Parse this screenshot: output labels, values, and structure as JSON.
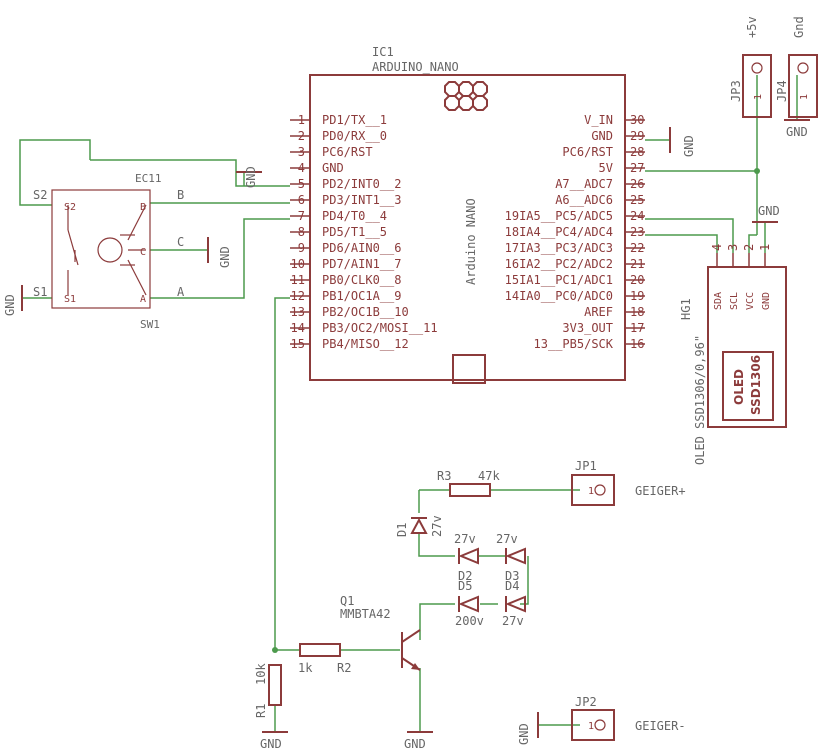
{
  "ic1": {
    "name": "IC1",
    "value": "ARDUINO_NANO",
    "body_text": "Arduino NANO",
    "left_pins": [
      {
        "num": "1",
        "name": "PD1/TX__1"
      },
      {
        "num": "2",
        "name": "PD0/RX__0"
      },
      {
        "num": "3",
        "name": "PC6/RST"
      },
      {
        "num": "4",
        "name": "GND"
      },
      {
        "num": "5",
        "name": "PD2/INT0__2"
      },
      {
        "num": "6",
        "name": "PD3/INT1__3"
      },
      {
        "num": "7",
        "name": "PD4/T0__4"
      },
      {
        "num": "8",
        "name": "PD5/T1__5"
      },
      {
        "num": "9",
        "name": "PD6/AIN0__6"
      },
      {
        "num": "10",
        "name": "PD7/AIN1__7"
      },
      {
        "num": "11",
        "name": "PB0/CLK0__8"
      },
      {
        "num": "12",
        "name": "PB1/OC1A__9"
      },
      {
        "num": "13",
        "name": "PB2/OC1B__10"
      },
      {
        "num": "14",
        "name": "PB3/OC2/MOSI__11"
      },
      {
        "num": "15",
        "name": "PB4/MISO__12"
      }
    ],
    "right_pins": [
      {
        "num": "30",
        "name": "V_IN"
      },
      {
        "num": "29",
        "name": "GND"
      },
      {
        "num": "28",
        "name": "PC6/RST"
      },
      {
        "num": "27",
        "name": "5V"
      },
      {
        "num": "26",
        "name": "A7__ADC7"
      },
      {
        "num": "25",
        "name": "A6__ADC6"
      },
      {
        "num": "24",
        "name": "19IA5__PC5/ADC5"
      },
      {
        "num": "23",
        "name": "18IA4__PC4/ADC4"
      },
      {
        "num": "22",
        "name": "17IA3__PC3/ADC3"
      },
      {
        "num": "21",
        "name": "16IA2__PC2/ADC2"
      },
      {
        "num": "20",
        "name": "15IA1__PC1/ADC1"
      },
      {
        "num": "19",
        "name": "14IA0__PC0/ADC0"
      },
      {
        "num": "18",
        "name": "AREF"
      },
      {
        "num": "17",
        "name": "3V3_OUT"
      },
      {
        "num": "16",
        "name": "13__PB5/SCK"
      }
    ]
  },
  "sw1": {
    "name": "EC11",
    "ref": "SW1",
    "inner_labels": {
      "s2": "S2",
      "b": "B",
      "c": "C",
      "s1": "S1",
      "a": "A"
    },
    "net_labels": {
      "s2": "S2",
      "b": "B",
      "c": "C",
      "s1": "S1",
      "a": "A"
    }
  },
  "hg1": {
    "ref": "HG1",
    "value": "OLED SSD1306/0,96\"",
    "pins": [
      {
        "num": "4",
        "name": "SDA"
      },
      {
        "num": "3",
        "name": "SCL"
      },
      {
        "num": "2",
        "name": "VCC"
      },
      {
        "num": "1",
        "name": "GND"
      }
    ],
    "inner_line1": "OLED",
    "inner_line2": "SSD1306"
  },
  "jp3": {
    "ref": "JP3",
    "pin": "1",
    "net": "+5v"
  },
  "jp4": {
    "ref": "JP4",
    "pin": "1",
    "net": "Gnd"
  },
  "jp1": {
    "ref": "JP1",
    "pin": "1",
    "label": "GEIGER+"
  },
  "jp2": {
    "ref": "JP2",
    "pin": "1",
    "label": "GEIGER-"
  },
  "r3": {
    "ref": "R3",
    "value": "47k"
  },
  "r2": {
    "ref": "R2",
    "value": "1k"
  },
  "r1": {
    "ref": "R1",
    "value": "10k"
  },
  "d1": {
    "ref": "D1",
    "value": "27v"
  },
  "d2": {
    "ref": "D2",
    "value": "27v"
  },
  "d3": {
    "ref": "D3",
    "value": "27v"
  },
  "d4": {
    "ref": "D4",
    "value": "27v"
  },
  "d5": {
    "ref": "D5",
    "value": "200v"
  },
  "q1": {
    "ref": "Q1",
    "value": "MMBTA42"
  },
  "gnd_label": "GND",
  "colors": {
    "symbol": "#8c3b3b",
    "wire": "#4d9a4d",
    "label": "#666666"
  }
}
